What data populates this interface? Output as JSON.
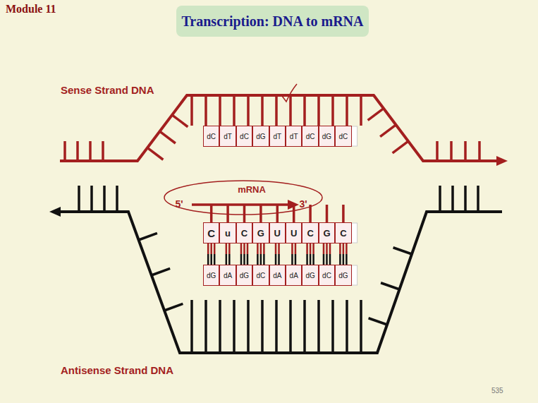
{
  "diagram": {
    "title": "Transcription: DNA to mRNA",
    "nodes": [
      {
        "text": [
          "dC"
        ]
      },
      {
        "text": [
          "dT"
        ]
      },
      {
        "text": [
          "dC"
        ]
      },
      {
        "text": [
          "dG"
        ]
      },
      {
        "text": [
          "dT"
        ]
      },
      {
        "text": [
          "dT"
        ]
      },
      {
        "text": [
          "dC"
        ]
      },
      {
        "text": [
          "dG"
        ]
      },
      {
        "text": [
          "dC"
        ]
      },
      {
        "text": [
          "C"
        ]
      },
      {
        "text": [
          "u"
        ]
      },
      {
        "text": [
          "C"
        ]
      },
      {
        "text": [
          "G"
        ]
      },
      {
        "text": [
          "U"
        ]
      },
      {
        "text": [
          "U"
        ]
      },
      {
        "text": [
          "C"
        ]
      },
      {
        "text": [
          "G"
        ]
      },
      {
        "text": [
          "C"
        ]
      },
      {
        "text": [
          "dG"
        ]
      },
      {
        "text": [
          "dA"
        ]
      },
      {
        "text": [
          "dG"
        ]
      },
      {
        "text": [
          "dC"
        ]
      },
      {
        "text": [
          "dA"
        ]
      },
      {
        "text": [
          "dA"
        ]
      },
      {
        "text": [
          "dG"
        ]
      },
      {
        "text": [
          "dC"
        ]
      },
      {
        "text": [
          "dG"
        ]
      }
    ],
    "edges": [
      {
        "from": 9,
        "to": 18,
        "arrow": "none"
      },
      {
        "from": 10,
        "to": 19,
        "arrow": "none"
      },
      {
        "from": 11,
        "to": 20,
        "arrow": "none"
      },
      {
        "from": 12,
        "to": 21,
        "arrow": "none"
      },
      {
        "from": 13,
        "to": 22,
        "arrow": "none"
      },
      {
        "from": 14,
        "to": 23,
        "arrow": "none"
      },
      {
        "from": 15,
        "to": 24,
        "arrow": "none"
      },
      {
        "from": 16,
        "to": 25,
        "arrow": "none"
      },
      {
        "from": 17,
        "to": 26,
        "arrow": "none"
      }
    ],
    "labels": [
      "Module 11",
      "Sense Strand DNA",
      "mRNA",
      "5'",
      "3'",
      "Antisense Strand DNA",
      "535"
    ]
  }
}
